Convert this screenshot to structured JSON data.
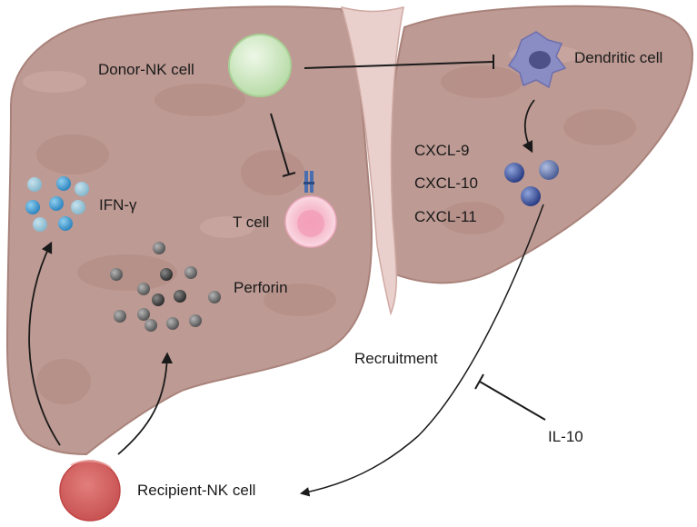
{
  "labels": {
    "donor_nk": "Donor-NK cell",
    "dendritic": "Dendritic cell",
    "t_cell": "T cell",
    "ifn": "IFN-γ",
    "perforin": "Perforin",
    "cxcl9": "CXCL-9",
    "cxcl10": "CXCL-10",
    "cxcl11": "CXCL-11",
    "recruitment": "Recruitment",
    "il10": "IL-10",
    "recipient_nk": "Recipient-NK cell"
  },
  "colors": {
    "liver": "#bd9a93",
    "liver_dark": "#a9837b",
    "ligament": "#e9d0cc",
    "donor_nk": "#cfe8c2",
    "t_cell": "#f4b9cc",
    "dendritic": "#8a8cc4",
    "ifn_dots": "#4a9fd0",
    "perforin_dots": "#6f6f6f",
    "cxcl_dots": "#3e5aa8",
    "recipient_nk": "#d96a6a"
  },
  "icons": [
    "donor-nk-cell-icon",
    "t-cell-icon",
    "dendritic-cell-icon",
    "ifn-gamma-molecules-icon",
    "perforin-molecules-icon",
    "chemokine-molecules-icon",
    "recipient-nk-cell-icon"
  ]
}
